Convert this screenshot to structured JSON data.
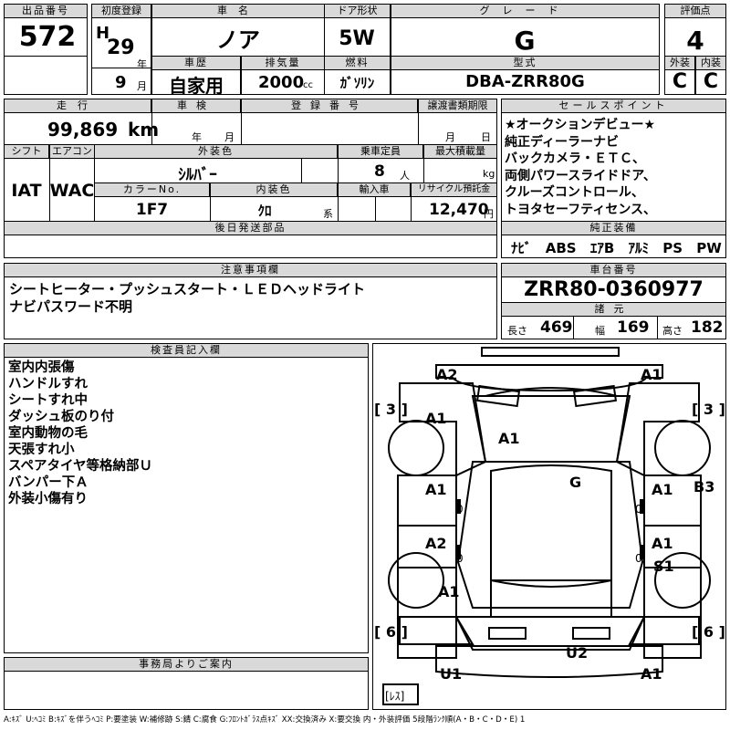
{
  "header": {
    "lot_number_label": "出品番号",
    "lot_number": "572",
    "first_reg_label": "初度登録",
    "era": "H",
    "year": "29",
    "year_unit": "年",
    "month": "9",
    "month_unit": "月",
    "car_name_label": "車名",
    "car_name": "ノア",
    "door_label": "ドア形状",
    "door_type": "5W",
    "grade_label": "グレード",
    "grade": "G",
    "score_label": "評価点",
    "score": "4",
    "history_label": "車歴",
    "history": "自家用",
    "displacement_label": "排気量",
    "displacement": "2000",
    "displacement_unit": "cc",
    "fuel_label": "燃料",
    "fuel": "ｶﾞｿﾘﾝ",
    "model_label": "型式",
    "model": "DBA-ZRR80G",
    "exterior_label": "外装",
    "exterior_grade": "C",
    "interior_label": "内装",
    "interior_grade": "C"
  },
  "row2": {
    "mileage_label": "走行",
    "mileage": "99,869",
    "mileage_unit": "km",
    "inspection_label": "車検",
    "inspection_year_unit": "年",
    "inspection_month_unit": "月",
    "registration_label": "登録番号",
    "transfer_label": "譲渡書類期限",
    "transfer_month_unit": "月",
    "transfer_day_unit": "日",
    "shift_label": "シフト",
    "shift": "IAT",
    "ac_label": "エアコン",
    "ac": "WAC",
    "color_label": "外装色",
    "color": "ｼﾙﾊﾞｰ",
    "capacity_label": "乗車定員",
    "capacity": "8",
    "capacity_unit": "人",
    "max_load_label": "最大積載量",
    "max_load_unit": "kg",
    "color_no_label": "カラーNo.",
    "color_no": "1F7",
    "interior_color_label": "内装色",
    "interior_color": "ｸﾛ",
    "interior_color_unit": "系",
    "import_label": "輸入車",
    "recycle_label": "リサイクル預託金",
    "recycle": "12,470",
    "recycle_unit": "円",
    "later_parts_label": "後日発送部品"
  },
  "sales_points": {
    "label": "セールスポイント",
    "items": [
      "★オークションデビュー★",
      "純正ディーラーナビ",
      "バックカメラ・ＥＴＣ、",
      "両側パワースライドドア、",
      "クルーズコントロール、",
      "トヨタセーフティセンス、"
    ]
  },
  "equipment": {
    "label": "純正装備",
    "items": [
      "ﾅﾋﾞ",
      "ABS",
      "ｴｱB",
      "ｱﾙﾐ",
      "PS",
      "PW"
    ]
  },
  "caution": {
    "label": "注意事項欄",
    "lines": [
      "シートヒーター・プッシュスタート・ＬＥＤヘッドライト",
      "ナビパスワード不明"
    ]
  },
  "chassis": {
    "label": "車台番号",
    "number": "ZRR80-0360977",
    "specs_label": "諸元",
    "length_label": "長さ",
    "length": "469",
    "width_label": "幅",
    "width": "169",
    "height_label": "高さ",
    "height": "182"
  },
  "inspector": {
    "label": "検査員記入欄",
    "remarks": [
      "室内内張傷",
      "ハンドルすれ",
      "シートすれ中",
      "ダッシュ板のり付",
      "室内動物の毛",
      "天張すれ小",
      "スペアタイヤ等格納部Ｕ",
      "バンパー下Ａ",
      "外装小傷有り"
    ]
  },
  "office": {
    "label": "事務局よりご案内"
  },
  "diagram": {
    "marks": {
      "front_left": "A2",
      "front_right": "A1",
      "tire_fl": "[ 3 ]",
      "tire_fr": "[ 3 ]",
      "fender_l": "A1",
      "hood": "A1",
      "door_fl": "A1",
      "door_fr": "A1",
      "fender_r_panel": "B3",
      "roof": "G",
      "door_rl": "A2",
      "door_rr": "A1",
      "door_rr2": "S1",
      "quarter_l": "A1",
      "tire_rl": "[ 6 ]",
      "tire_rr": "[ 6 ]",
      "rear_center": "U2",
      "rear_left": "U1",
      "rear_right": "A1",
      "spare": "[ﾚｽ]",
      "zero_l1": "0",
      "zero_l2": "0",
      "zero_r1": "0",
      "zero_r2": "0"
    }
  },
  "legend": "A:ｷｽﾞ  U:ﾍｺﾐ  B:ｷｽﾞを伴うﾍｺﾐ  P:要塗装  W:補修跡  S:錆  C:腐食  G:ﾌﾛﾝﾄｶﾞﾗｽ点ｷｽﾞ  XX:交換済み  X:要交換   内・外装評価  5段階ﾗﾝｸ順(A・B・C・D・E) 1"
}
